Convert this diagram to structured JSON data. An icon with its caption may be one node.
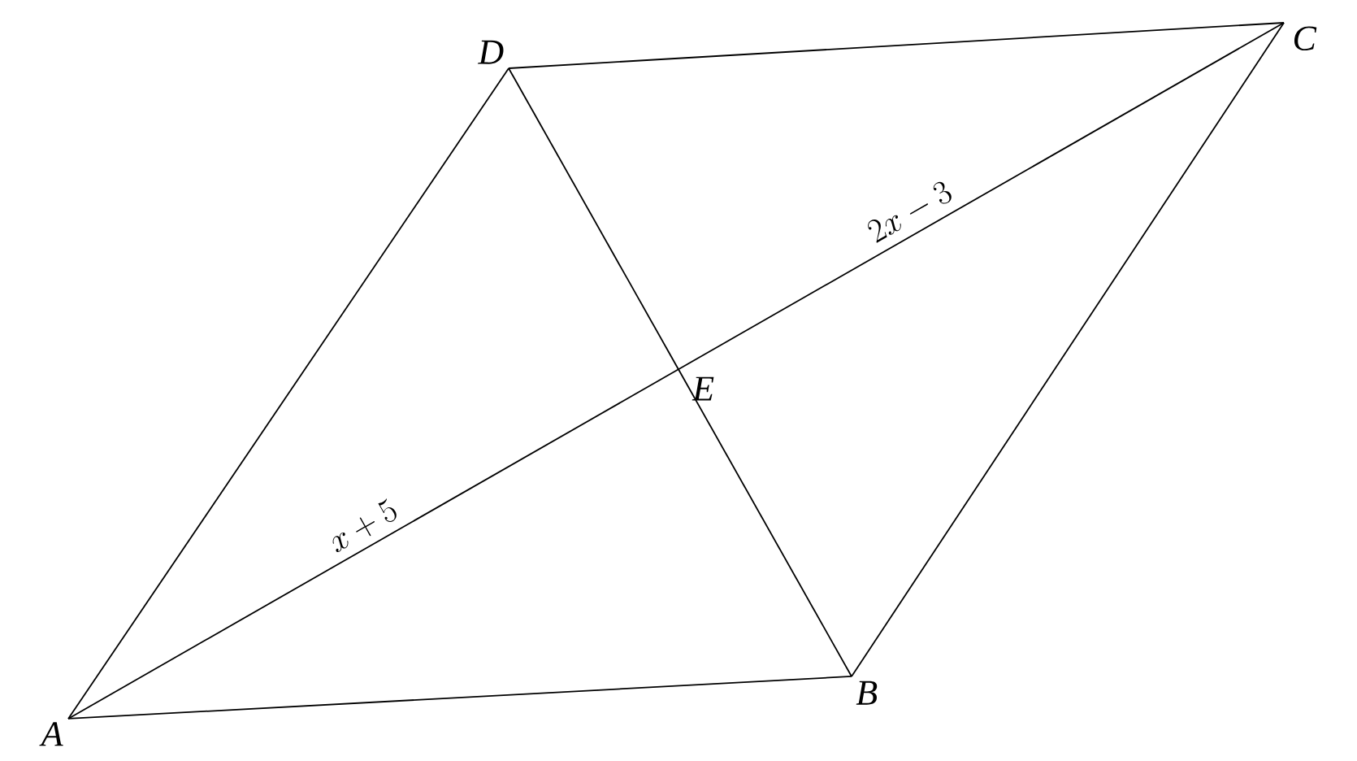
{
  "diagram": {
    "nodes": [
      {
        "text": [
          "A"
        ]
      },
      {
        "text": [
          "B"
        ]
      },
      {
        "text": [
          "C"
        ]
      },
      {
        "text": [
          "D"
        ]
      },
      {
        "text": [
          "E"
        ]
      }
    ],
    "edges": [
      {
        "from": 0,
        "to": 1,
        "arrow": "none"
      },
      {
        "from": 1,
        "to": 2,
        "arrow": "none"
      },
      {
        "from": 2,
        "to": 3,
        "arrow": "none"
      },
      {
        "from": 3,
        "to": 0,
        "arrow": "none"
      },
      {
        "from": 0,
        "to": 4,
        "arrow": "none",
        "label": "x + 5"
      },
      {
        "from": 4,
        "to": 2,
        "arrow": "none",
        "label": "2x - 3"
      },
      {
        "from": 3,
        "to": 4,
        "arrow": "none"
      },
      {
        "from": 4,
        "to": 1,
        "arrow": "none"
      }
    ]
  }
}
